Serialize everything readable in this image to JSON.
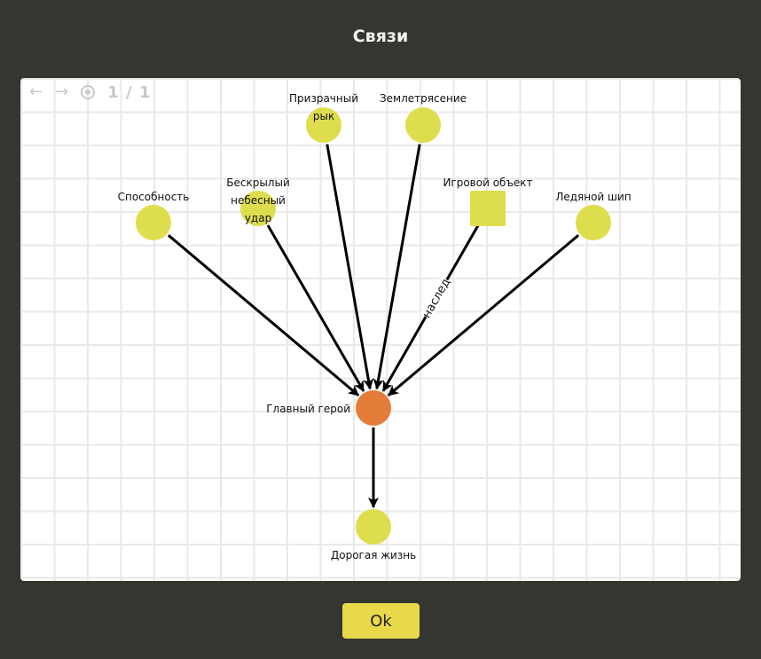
{
  "dialog": {
    "title": "Связи",
    "ok_label": "Ok"
  },
  "toolbar": {
    "back_icon": "←",
    "forward_icon": "→",
    "focus_icon": "target-icon",
    "page_indicator": "1 / 1"
  },
  "colors": {
    "node_default": "#dedd4d",
    "node_main": "#e47d39",
    "edge": "#000000",
    "grid": "#e9e9e9"
  },
  "graph": {
    "nodes": [
      {
        "id": "ability",
        "label": [
          "Способность"
        ],
        "shape": "circle",
        "kind": "default"
      },
      {
        "id": "wingless",
        "label": [
          "Бескрылый",
          "небесный",
          "удар"
        ],
        "shape": "circle",
        "kind": "default"
      },
      {
        "id": "ghost_roar",
        "label": [
          "Призрачный",
          "рык"
        ],
        "shape": "circle",
        "kind": "default"
      },
      {
        "id": "earthquake",
        "label": [
          "Землетрясение"
        ],
        "shape": "circle",
        "kind": "default"
      },
      {
        "id": "game_object",
        "label": [
          "Игровой объект"
        ],
        "shape": "square",
        "kind": "default"
      },
      {
        "id": "ice_spike",
        "label": [
          "Ледяной шип"
        ],
        "shape": "circle",
        "kind": "default"
      },
      {
        "id": "main_hero",
        "label": [
          "Главный герой"
        ],
        "shape": "circle",
        "kind": "main"
      },
      {
        "id": "dear_life",
        "label": [
          "Дорогая жизнь"
        ],
        "shape": "circle",
        "kind": "default"
      }
    ],
    "edges": [
      {
        "from": "ability",
        "to": "main_hero",
        "label": ""
      },
      {
        "from": "wingless",
        "to": "main_hero",
        "label": ""
      },
      {
        "from": "ghost_roar",
        "to": "main_hero",
        "label": ""
      },
      {
        "from": "earthquake",
        "to": "main_hero",
        "label": ""
      },
      {
        "from": "game_object",
        "to": "main_hero",
        "label": "наслед"
      },
      {
        "from": "ice_spike",
        "to": "main_hero",
        "label": ""
      },
      {
        "from": "main_hero",
        "to": "dear_life",
        "label": ""
      }
    ]
  }
}
